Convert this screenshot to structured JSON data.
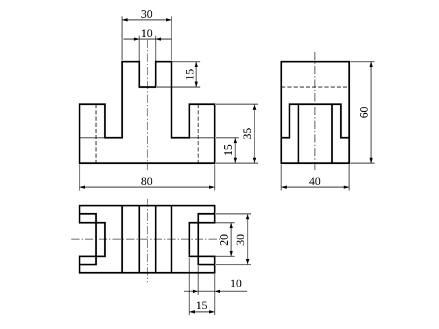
{
  "drawing": {
    "front_view": {
      "dims": {
        "top_width": "30",
        "slot_width": "10",
        "slot_depth": "15",
        "side_block_height": "35",
        "base_height": "15",
        "overall_width": "80"
      }
    },
    "side_view": {
      "dims": {
        "height": "60",
        "depth": "40"
      }
    },
    "top_view": {
      "dims": {
        "inner_slot_width": "20",
        "outer_slot_width": "30",
        "slot_length": "10",
        "slot_offset": "15"
      }
    }
  }
}
